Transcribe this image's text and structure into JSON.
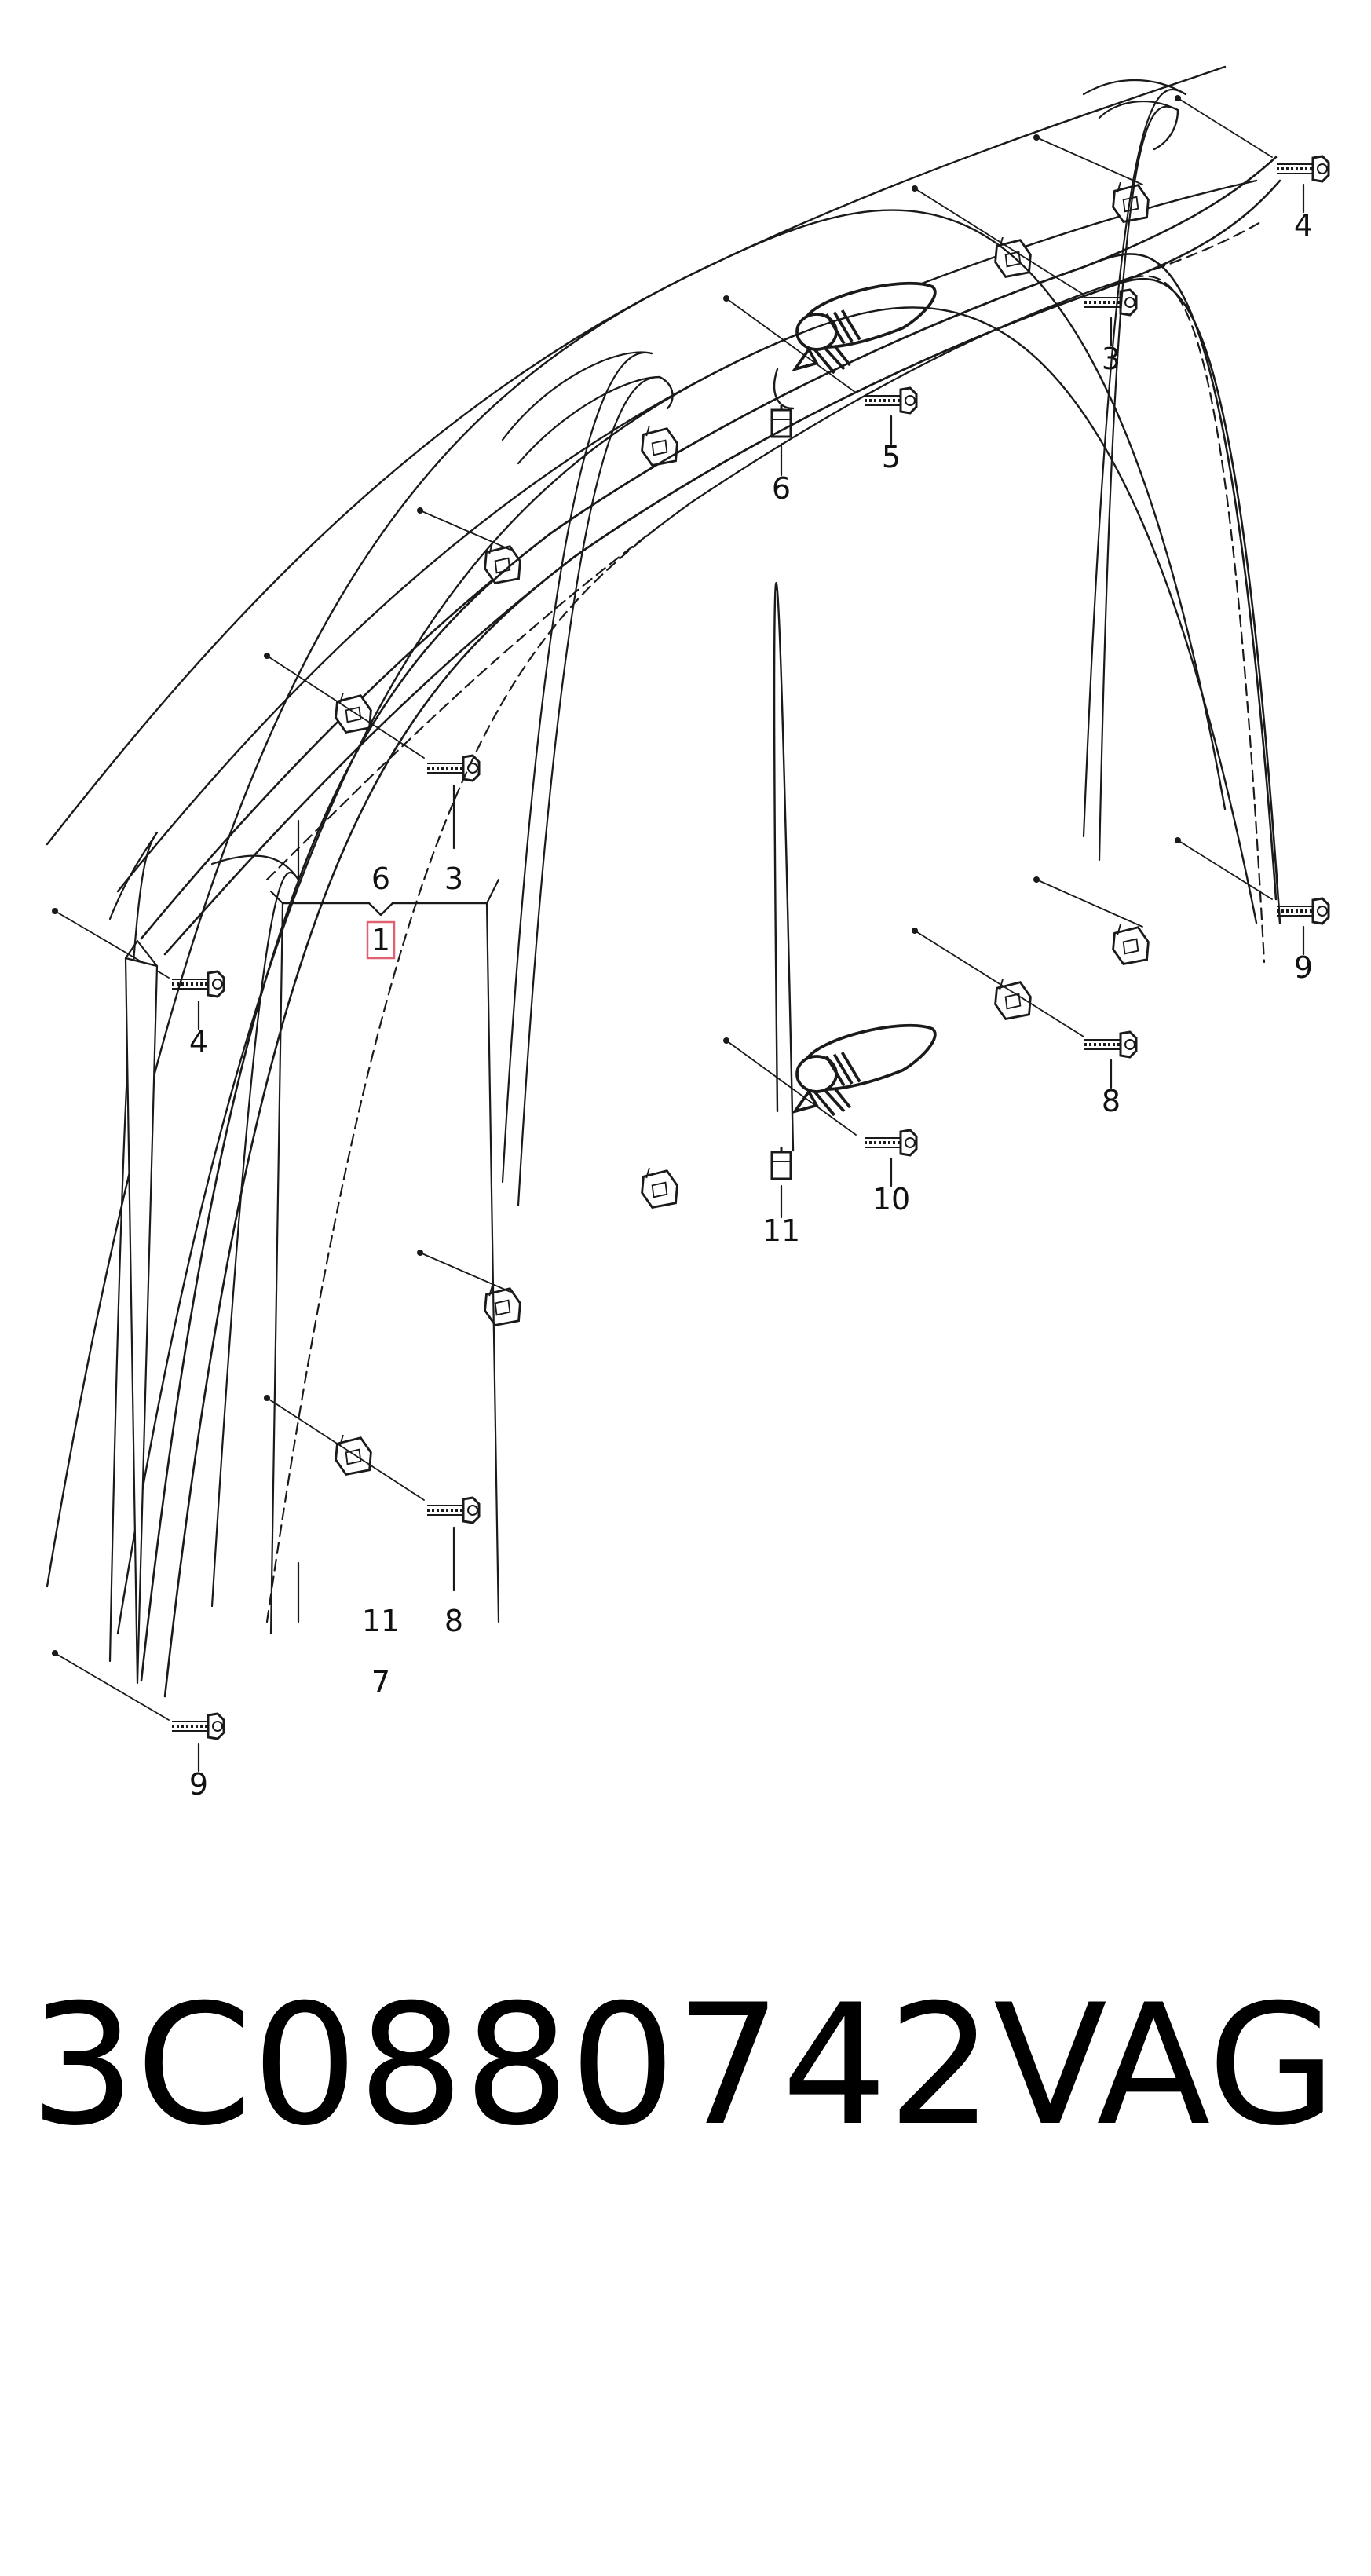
{
  "diagram": {
    "top_view": {
      "callouts": [
        "4",
        "3",
        "5",
        "6",
        "6",
        "3",
        "1",
        "4"
      ],
      "highlighted_callout": "1"
    },
    "bottom_view": {
      "callouts": [
        "9",
        "8",
        "10",
        "11",
        "11",
        "8",
        "7",
        "9"
      ]
    }
  },
  "footer": {
    "part_number": "3C0880742",
    "brand": "VAG"
  },
  "colors": {
    "line": "#1a1a1a",
    "highlight_box": "#e06070",
    "background": "#ffffff"
  }
}
